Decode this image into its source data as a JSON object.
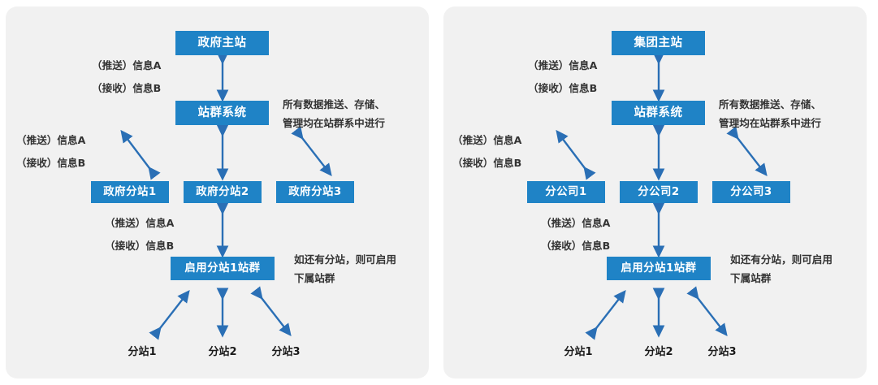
{
  "meta": {
    "accent_blue": "#1f83c6",
    "arrow_blue": "#2a6fb5",
    "panel_bg": "#f1f1f1",
    "page_bg": "#ffffff",
    "text_color": "#1a1a1a"
  },
  "panels": [
    {
      "id": "government",
      "nodes": {
        "root": "政府主站",
        "system": "站群系统",
        "branches": [
          "政府分站1",
          "政府分站2",
          "政府分站3"
        ],
        "subsystem": "启用分站1站群",
        "leaves": [
          "分站1",
          "分站2",
          "分站3"
        ]
      },
      "notes": {
        "top_push": "（推送）信息A",
        "top_receive": "（接收）信息B",
        "mid_push": "（推送）信息A",
        "mid_receive": "（接收）信息B",
        "low_push": "（推送）信息A",
        "low_receive": "（接收）信息B",
        "right_upper_line1": "所有数据推送、存储、",
        "right_upper_line2": "管理均在站群系中进行",
        "right_lower_line1": "如还有分站，则可启用",
        "right_lower_line2": "下属站群"
      }
    },
    {
      "id": "group",
      "nodes": {
        "root": "集团主站",
        "system": "站群系统",
        "branches": [
          "分公司1",
          "分公司2",
          "分公司3"
        ],
        "subsystem": "启用分站1站群",
        "leaves": [
          "分站1",
          "分站2",
          "分站3"
        ]
      },
      "notes": {
        "top_push": "（推送）信息A",
        "top_receive": "（接收）信息B",
        "mid_push": "（推送）信息A",
        "mid_receive": "（接收）信息B",
        "low_push": "（推送）信息A",
        "low_receive": "（接收）信息B",
        "right_upper_line1": "所有数据推送、存储、",
        "right_upper_line2": "管理均在站群系中进行",
        "right_lower_line1": "如还有分站，则可启用",
        "right_lower_line2": "下属站群"
      }
    }
  ]
}
